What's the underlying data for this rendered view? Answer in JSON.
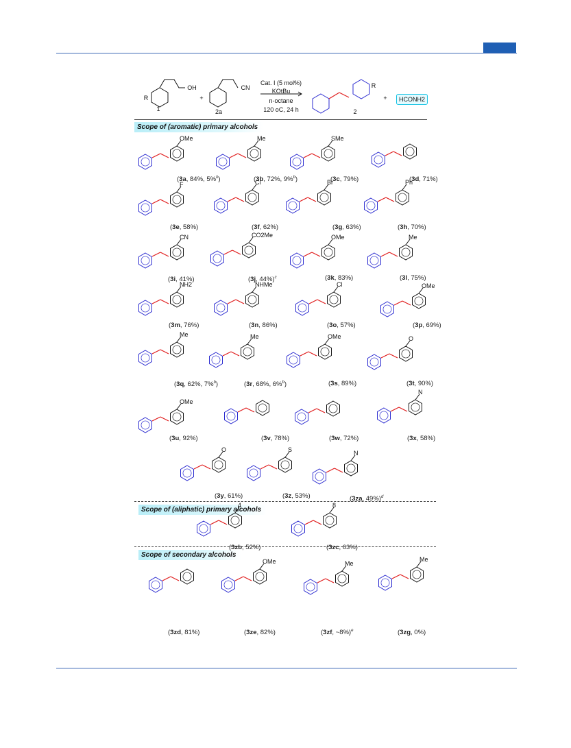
{
  "reaction": {
    "reactant1_label": "1",
    "reactant1_groups": [
      "R",
      "OH"
    ],
    "reactant2_label": "2a",
    "reactant2_group": "CN",
    "plus": "+",
    "cond_line1": "Cat. I (5 mol%)",
    "cond_line2": "KOtBu",
    "cond_line3": "n-octane",
    "cond_line4": "120 oC, 24 h",
    "product_label": "2",
    "product_group": "R",
    "byproduct": "HCONH2"
  },
  "sections": {
    "aromatic": "Scope of (aromatic) primary alcohols",
    "aliphatic": "Scope of (aliphatic) primary alcohols",
    "secondary": "Scope of secondary alcohols"
  },
  "colors": {
    "alkene": "#e01b1b",
    "ring": "#2a2ad0",
    "bond": "#111111",
    "header_blue": "#1f5fb4",
    "section_bg": "#b9eef8"
  },
  "compounds": [
    {
      "id": "3a",
      "text": ", 84%, 5%",
      "sup": "b",
      "tail": ")",
      "sub": "OMe"
    },
    {
      "id": "3b",
      "text": ", 72%, 9%",
      "sup": "b",
      "tail": ")",
      "sub": "Me"
    },
    {
      "id": "3c",
      "text": ", 79%)",
      "sup": "",
      "tail": "",
      "sub": "SMe"
    },
    {
      "id": "3d",
      "text": ", 71%)",
      "sup": "",
      "tail": "",
      "sub": ""
    },
    {
      "id": "3e",
      "text": ", 58%)",
      "sup": "",
      "tail": "",
      "sub": "F"
    },
    {
      "id": "3f",
      "text": ", 62%)",
      "sup": "",
      "tail": "",
      "sub": "Cl"
    },
    {
      "id": "3g",
      "text": ", 63%)",
      "sup": "",
      "tail": "",
      "sub": "Br"
    },
    {
      "id": "3h",
      "text": ", 70%)",
      "sup": "",
      "tail": "",
      "sub": "Ph"
    },
    {
      "id": "3i",
      "text": ", 41%)",
      "sup": "",
      "tail": "",
      "sub": "CN"
    },
    {
      "id": "3j",
      "text": ", 44%)",
      "sup": "c",
      "tail": "",
      "sub": "CO2Me"
    },
    {
      "id": "3k",
      "text": ", 83%)",
      "sup": "",
      "tail": "",
      "sub": "OMe"
    },
    {
      "id": "3l",
      "text": ", 75%)",
      "sup": "",
      "tail": "",
      "sub": "Me"
    },
    {
      "id": "3m",
      "text": ", 76%)",
      "sup": "",
      "tail": "",
      "sub": "NH2"
    },
    {
      "id": "3n",
      "text": ", 86%)",
      "sup": "",
      "tail": "",
      "sub": "NHMe"
    },
    {
      "id": "3o",
      "text": ", 57%)",
      "sup": "",
      "tail": "",
      "sub": "Cl"
    },
    {
      "id": "3p",
      "text": ", 69%)",
      "sup": "",
      "tail": "",
      "sub": "OMe"
    },
    {
      "id": "3q",
      "text": ", 62%, 7%",
      "sup": "b",
      "tail": ")",
      "sub": "Me"
    },
    {
      "id": "3r",
      "text": ", 68%, 6%",
      "sup": "b",
      "tail": ")",
      "sub": "Me"
    },
    {
      "id": "3s",
      "text": ", 89%)",
      "sup": "",
      "tail": "",
      "sub": "OMe"
    },
    {
      "id": "3t",
      "text": ", 90%)",
      "sup": "",
      "tail": "",
      "sub": "O"
    },
    {
      "id": "3u",
      "text": ", 92%)",
      "sup": "",
      "tail": "",
      "sub": "OMe"
    },
    {
      "id": "3v",
      "text": ", 78%)",
      "sup": "",
      "tail": "",
      "sub": ""
    },
    {
      "id": "3w",
      "text": ", 72%)",
      "sup": "",
      "tail": "",
      "sub": ""
    },
    {
      "id": "3x",
      "text": ", 58%)",
      "sup": "",
      "tail": "",
      "sub": "N"
    },
    {
      "id": "3y",
      "text": ", 61%)",
      "sup": "",
      "tail": "",
      "sub": "O"
    },
    {
      "id": "3z",
      "text": ", 53%)",
      "sup": "",
      "tail": "",
      "sub": "S"
    },
    {
      "id": "3za",
      "text": ", 49%)",
      "sup": "d",
      "tail": "",
      "sub": "N"
    },
    {
      "id": "3zb",
      "text": ", 52%)",
      "sup": "",
      "tail": "",
      "sub": "4"
    },
    {
      "id": "3zc",
      "text": ", 63%)",
      "sup": "",
      "tail": "",
      "sub": "8"
    },
    {
      "id": "3zd",
      "text": ", 81%)",
      "sup": "",
      "tail": "",
      "sub": ""
    },
    {
      "id": "3ze",
      "text": ", 82%)",
      "sup": "",
      "tail": "",
      "sub": "OMe"
    },
    {
      "id": "3zf",
      "text": ", ~8%)",
      "sup": "e",
      "tail": "",
      "sub": "Me"
    },
    {
      "id": "3zg",
      "text": ", 0%)",
      "sup": "",
      "tail": "",
      "sub": "Me"
    }
  ]
}
